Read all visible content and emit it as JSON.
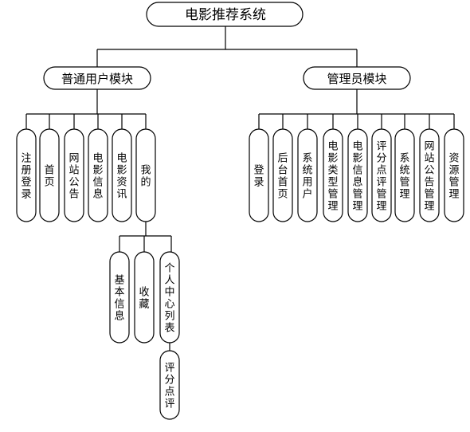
{
  "root": {
    "label": "电影推荐系统"
  },
  "user_module": {
    "label": "普通用户模块",
    "children": [
      {
        "label": "注册登录"
      },
      {
        "label": "首页"
      },
      {
        "label": "网站公告"
      },
      {
        "label": "电影信息"
      },
      {
        "label": "电影资讯"
      },
      {
        "label": "我的"
      }
    ],
    "mine_children": [
      {
        "label": "基本信息"
      },
      {
        "label": "收藏"
      },
      {
        "label": "个人中心列表"
      }
    ],
    "personal_center_child": {
      "label": "评分点评"
    }
  },
  "admin_module": {
    "label": "管理员模块",
    "children": [
      {
        "label": "登录"
      },
      {
        "label": "后台首页"
      },
      {
        "label": "系统用户"
      },
      {
        "label": "电影类型管理"
      },
      {
        "label": "电影信息管理"
      },
      {
        "label": "评分点评管理"
      },
      {
        "label": "系统管理"
      },
      {
        "label": "网站公告管理"
      },
      {
        "label": "资源管理"
      }
    ]
  }
}
